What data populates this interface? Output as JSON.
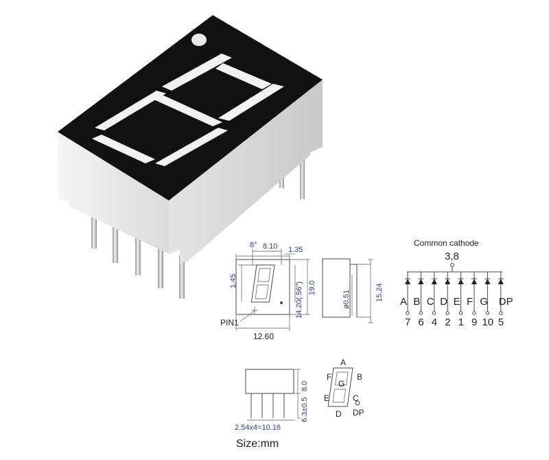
{
  "schematic": {
    "title": "Common cathode",
    "common_pins": "3,8",
    "segments": [
      {
        "letter": "A",
        "pin": "7"
      },
      {
        "letter": "B",
        "pin": "6"
      },
      {
        "letter": "C",
        "pin": "4"
      },
      {
        "letter": "D",
        "pin": "2"
      },
      {
        "letter": "E",
        "pin": "1"
      },
      {
        "letter": "F",
        "pin": "9"
      },
      {
        "letter": "G",
        "pin": "10"
      },
      {
        "letter": "DP",
        "pin": "5"
      }
    ]
  },
  "front_view": {
    "angle": "8°",
    "width_top": "8.10",
    "offset_right": "1.35",
    "left_height": "1.45",
    "digit_height": "14.20(.56\")",
    "body_height": "19.0",
    "pin1_label": "PIN1",
    "body_width": "12.60"
  },
  "side_view": {
    "pin_diameter": "ø0.51",
    "height": "15.24"
  },
  "bottom_view": {
    "pin_pitch": "2.54x4=10.16",
    "body_height": "8.0",
    "pin_length": "6.3±0.5"
  },
  "segment_map": {
    "labels": [
      "A",
      "B",
      "C",
      "D",
      "E",
      "F",
      "G",
      "DP"
    ]
  },
  "caption": "Size:mm",
  "colors": {
    "body_black": "#111111",
    "body_white": "#ebebeb",
    "segment_white": "#f2f2f2",
    "dimension_blue": "#2a3f8f"
  }
}
